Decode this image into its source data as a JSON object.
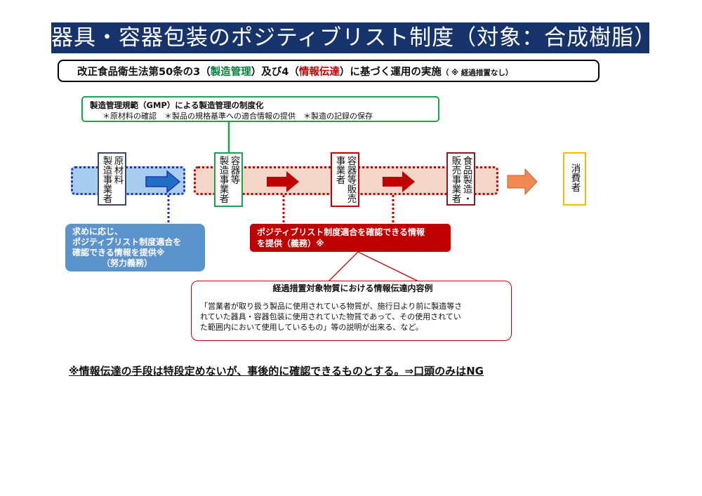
{
  "title": "器具・容器包装のポジティブリスト制度（対象：合成樹脂）",
  "subtitle": {
    "pre": "改正食品衛生法第50条の3（",
    "part1": "製造管理",
    "mid": "）及び4（",
    "part2": "情報伝達",
    "post": "）に基づく運用の実施",
    "note": "（ ※ 経過措置なし）"
  },
  "gmp": {
    "title": "製造管理規範（GMP）による製造管理の制度化",
    "items": "＊原材料の確認　＊製品の規格基準への適合情報の提供　＊製造の記録の保存"
  },
  "nodes": {
    "raw": {
      "col1": "原材料",
      "col2": "製造事業者"
    },
    "container_mfr": {
      "col1": "容器等",
      "col2": "製造事業者"
    },
    "container_sales": {
      "col1": "容器等販売",
      "col2": "事業者"
    },
    "food": {
      "col1": "食品製造・",
      "col2": "販売事業者"
    },
    "consumer": {
      "col1": "消費者"
    }
  },
  "blue_note": {
    "l1": "求めに応じ、",
    "l2": "ポジティブリスト制度適合を",
    "l3": "確認できる情報を提供※",
    "l4": "（努力義務）"
  },
  "red_note": {
    "l1": "ポジティブリスト制度適合を確認できる情報",
    "l2": "を提供（義務）※"
  },
  "detail": {
    "heading": "経過措置対象物質における情報伝達内容例",
    "l1": "「営業者が取り扱う製品に使用されている物質が、施行日より前に製造等さ",
    "l2": "れていた器具・容器包装に使用されていた物質であって、その使用されてい",
    "l3": "た範囲内において使用しているもの」等の説明が出来る、など。"
  },
  "bottom_note": "※情報伝達の手段は特段定めないが、事後的に確認できるものとする。⇒口頭のみはNG",
  "colors": {
    "navy": "#17336b",
    "green": "#1aa34a",
    "red": "#c00000",
    "blue_arrow": "#1f6fc2",
    "orange_arrow": "#f08a52",
    "yellow": "#f2bd00"
  }
}
